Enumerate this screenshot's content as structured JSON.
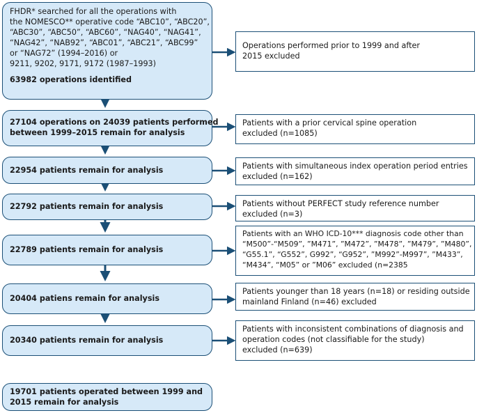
{
  "main_boxes": [
    {
      "lines": [
        "FHDR* searched for all the operations with",
        "the NOMESCO** operative code “ABC10”, “ABC20”,",
        "“ABC30”, “ABC50”, “ABC60”, “NAG40”, “NAG41”,",
        "“NAG42”, “NAB92”, “ABC01”, “ABC21”, “ABC99”",
        "or “NAG72” (1994–2016) or",
        "9211, 9202, 9171, 9172 (1987–1993)"
      ],
      "emphasis": "63982 operations identified"
    },
    {
      "lines": [
        "27104 operations on 24039 patients performed",
        "between 1999–2015 remain for analysis"
      ]
    },
    {
      "lines": [
        "22954 patients remain for analysis"
      ]
    },
    {
      "lines": [
        "22792 patients remain for analysis"
      ]
    },
    {
      "lines": [
        "22789 patients remain for analysis"
      ]
    },
    {
      "lines": [
        "20404 patiens remain for analysis"
      ]
    },
    {
      "lines": [
        "20340 patients remain for analysis"
      ]
    },
    {
      "lines": [
        "19701 patients operated between 1999 and",
        "2015 remain for analysis"
      ]
    }
  ],
  "exclusion_boxes": [
    {
      "lines": [
        "Operations performed prior to 1999 and after",
        "2015 excluded"
      ]
    },
    {
      "lines": [
        "Patients with a prior cervical spine operation",
        "excluded (n=1085)"
      ]
    },
    {
      "lines": [
        "Patients with simultaneous index operation period entries",
        "excluded (n=162)"
      ]
    },
    {
      "lines": [
        "Patients without PERFECT study reference number",
        "excluded (n=3)"
      ]
    },
    {
      "lines": [
        "Patients with an WHO ICD-10*** diagnosis code other than",
        "“M500”-“M509”, ”M471”, ”M472”, ”M478”, ”M479”, ”M480”,",
        "“G55.1”, “G552”, G992”, “G952”, ”M992”-M997”, ”M433”,",
        "“M434”, “M05” or ”M06” excluded (n=2385"
      ]
    },
    {
      "lines": [
        "Patients younger than 18 years (n=18) or residing outside",
        "mainland Finland (n=46) excluded"
      ]
    },
    {
      "lines": [
        "Patients with inconsistent combinations of diagnosis and",
        "operation codes (not classifiable for the study)",
        "excluded (n=639)"
      ]
    }
  ],
  "colors": {
    "box_fill": "#d6e9f8",
    "border": "#1b4f76",
    "arrow": "#1b4f76"
  }
}
